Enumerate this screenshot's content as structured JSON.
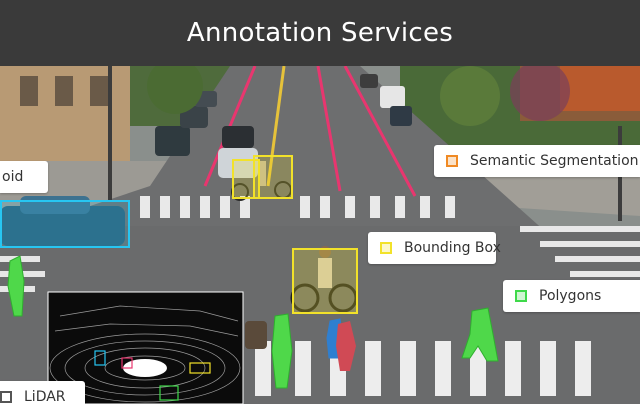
{
  "header": {
    "title": "Annotation Services"
  },
  "labels": {
    "cuboid": "oid",
    "semantic": "Semantic Segmentation",
    "bounding": "Bounding Box",
    "polygons": "Polygons",
    "lidar": "LiDAR"
  },
  "colors": {
    "cuboid": "#27c6f2",
    "semantic": "#f08a24",
    "bounding": "#f2e22a",
    "polygons": "#3fd94a",
    "lidar": "#555555",
    "bike_lane": "#e8366f"
  },
  "icons": {
    "lidar_swatch": "square-outline-icon"
  }
}
